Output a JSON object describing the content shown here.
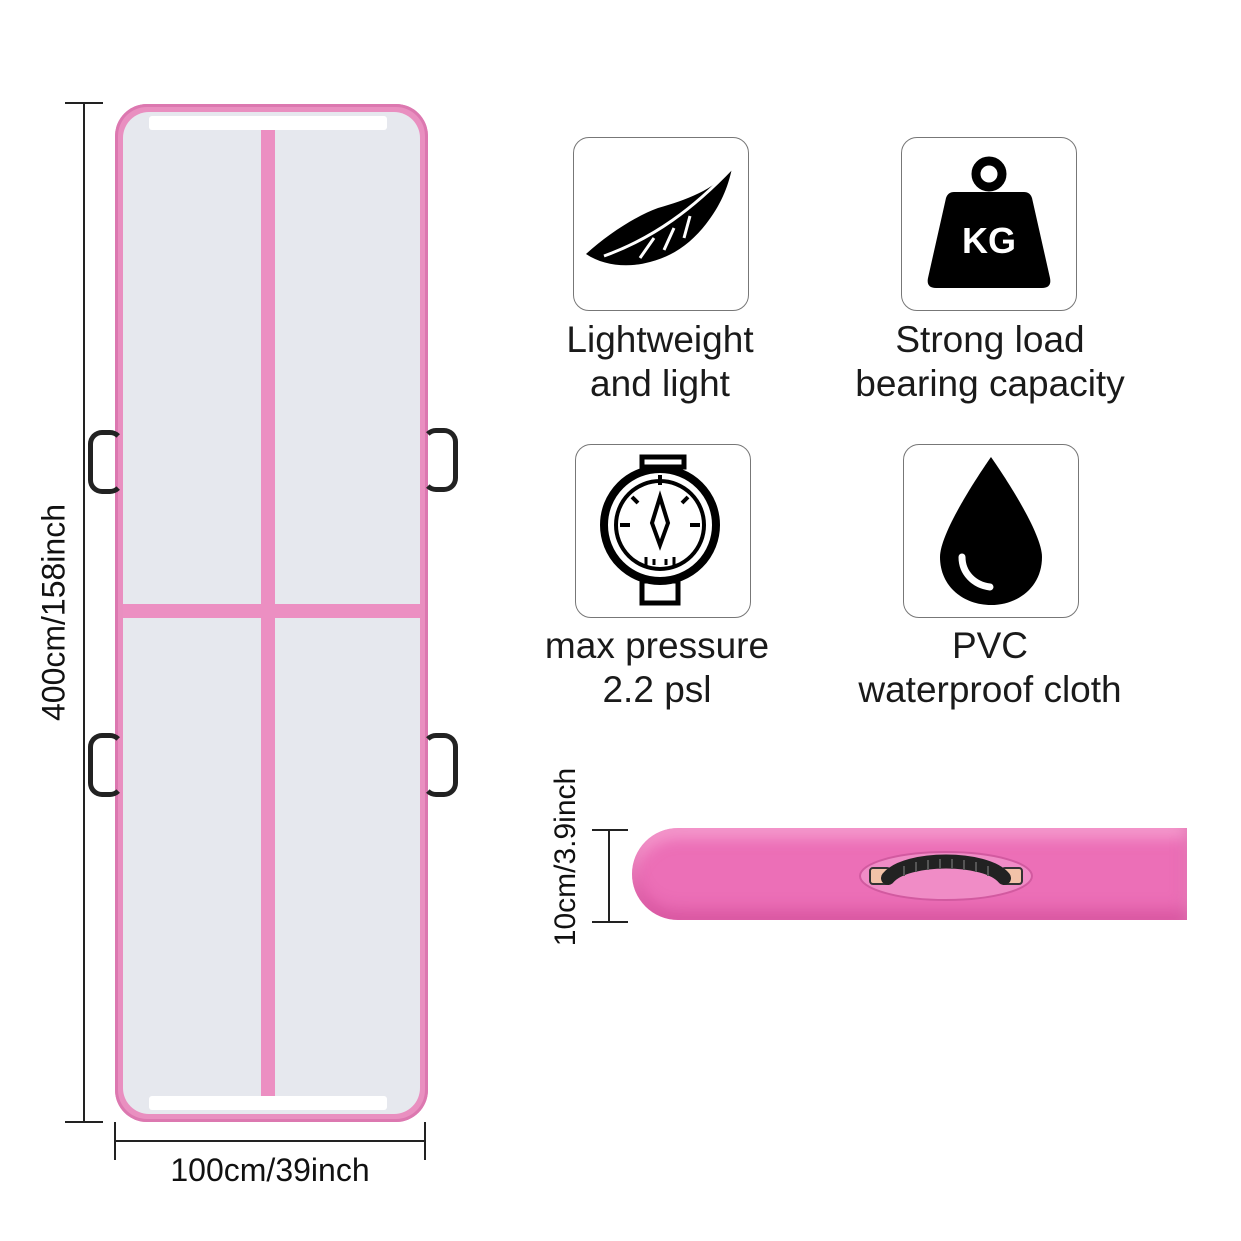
{
  "dimensions": {
    "length": "400cm/158inch",
    "width": "100cm/39inch",
    "thickness": "10cm/3.9inch"
  },
  "features": [
    {
      "icon": "feather-icon",
      "line1": "Lightweight",
      "line2": "and light"
    },
    {
      "icon": "kg-weight-icon",
      "icon_text": "KG",
      "line1": "Strong load",
      "line2": "bearing capacity"
    },
    {
      "icon": "pressure-gauge-icon",
      "line1": "max pressure",
      "line2": "2.2 psl"
    },
    {
      "icon": "water-drop-icon",
      "line1": "PVC",
      "line2": "waterproof cloth"
    }
  ],
  "colors": {
    "mat_pink": "#e98fc0",
    "mat_surface": "#e6e8ee",
    "side_pink": "#ec6fb7",
    "icon_black": "#000000"
  }
}
